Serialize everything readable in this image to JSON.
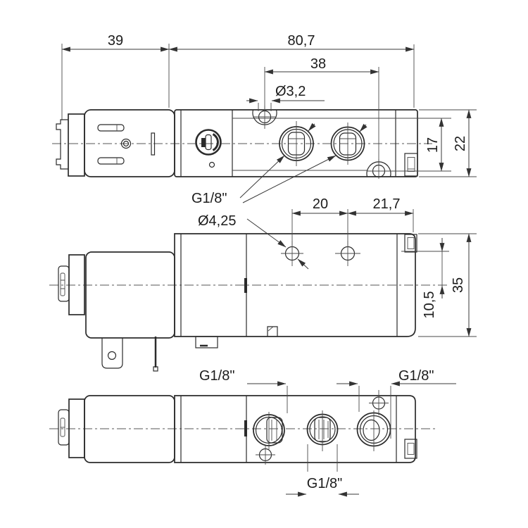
{
  "drawing": {
    "type": "technical-drawing-3-views-solenoid-valve",
    "colors": {
      "background": "#ffffff",
      "line": "#2b2b2b",
      "dimension": "#3a3a3a"
    },
    "dims": {
      "top_width_coil": "39",
      "top_width_body": "80,7",
      "top_hole_spacing": "38",
      "top_hole_dia": "Ø3,2",
      "top_height_inner": "17",
      "top_height": "22",
      "port_thread_top": "G1/8\"",
      "side_hole_dia": "Ø4,25",
      "side_hole_spacing": "20",
      "side_edge_dist": "21,7",
      "side_clip_offset": "10,5",
      "side_height": "35",
      "bottom_port_left": "G1/8\"",
      "bottom_port_right": "G1/8\"",
      "bottom_port_bottom": "G1/8\""
    }
  }
}
